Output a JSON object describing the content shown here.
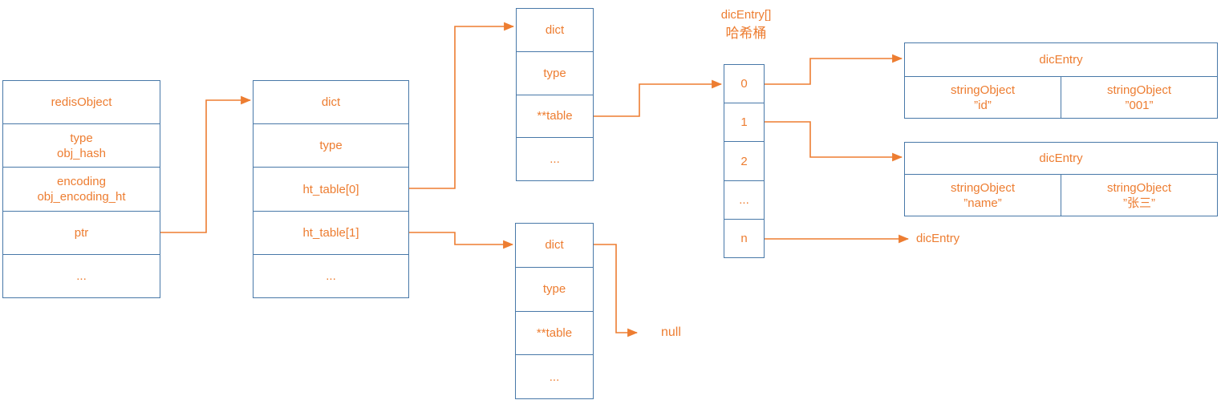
{
  "colors": {
    "accent_orange": "#ED7D31",
    "box_border_blue": "#4878A8"
  },
  "redis_object": {
    "rows": [
      {
        "l1": "redisObject"
      },
      {
        "l1": "type",
        "l2": "obj_hash"
      },
      {
        "l1": "encoding",
        "l2": "obj_encoding_ht"
      },
      {
        "l1": "ptr"
      },
      {
        "l1": "..."
      }
    ]
  },
  "dict_main": {
    "rows": [
      {
        "l1": "dict"
      },
      {
        "l1": "type"
      },
      {
        "l1": "ht_table[0]"
      },
      {
        "l1": "ht_table[1]"
      },
      {
        "l1": "..."
      }
    ]
  },
  "dict_table0": {
    "rows": [
      {
        "l1": "dict"
      },
      {
        "l1": "type"
      },
      {
        "l1": "**table"
      },
      {
        "l1": "..."
      }
    ]
  },
  "dict_table1": {
    "rows": [
      {
        "l1": "dict"
      },
      {
        "l1": "type"
      },
      {
        "l1": "**table"
      },
      {
        "l1": "..."
      }
    ]
  },
  "hash_bucket": {
    "label_line1": "dicEntry[]",
    "label_line2": "哈希桶",
    "cells": [
      "0",
      "1",
      "2",
      "...",
      "n"
    ]
  },
  "dic_entry_id": {
    "title": "dicEntry",
    "key": {
      "l1": "stringObject",
      "l2": "”id”"
    },
    "value": {
      "l1": "stringObject",
      "l2": "”001”"
    }
  },
  "dic_entry_name": {
    "title": "dicEntry",
    "key": {
      "l1": "stringObject",
      "l2": "”name”"
    },
    "value": {
      "l1": "stringObject",
      "l2": "”张三”"
    }
  },
  "float_labels": {
    "null_label": "null",
    "dic_entry_label": "dicEntry"
  }
}
